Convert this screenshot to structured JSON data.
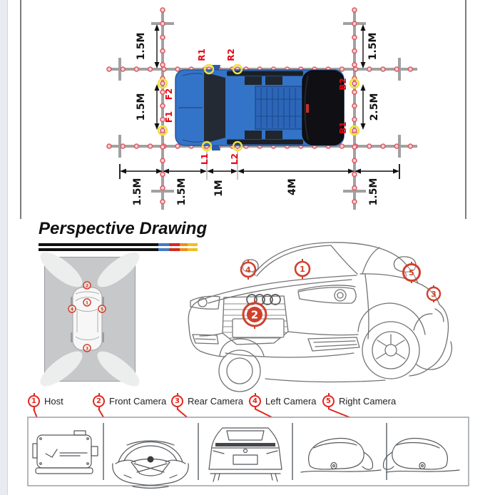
{
  "calibration": {
    "points": {
      "r1": "R1",
      "r2": "R2",
      "f1": "F1",
      "f2": "F2",
      "l1": "L1",
      "l2": "L2",
      "b1": "B1",
      "b2": "B2"
    },
    "dims": {
      "top_left": "1.5M",
      "front_gap": "1.5M",
      "top_right": "1.5M",
      "rear_gap": "2.5M",
      "bottom": [
        "1.5M",
        "1.5M",
        "1M",
        "4M",
        "1.5M"
      ]
    }
  },
  "perspective": {
    "title": "Perspective Drawing"
  },
  "markers": {
    "host": "1",
    "front": "2",
    "rear": "3",
    "left": "4",
    "right": "5"
  },
  "legend": {
    "items": [
      {
        "num": "1",
        "label": "Host"
      },
      {
        "num": "2",
        "label": "Front Camera"
      },
      {
        "num": "3",
        "label": "Rear Camera"
      },
      {
        "num": "4",
        "label": "Left Camera"
      },
      {
        "num": "5",
        "label": "Right Camera"
      }
    ]
  },
  "colors": {
    "grid": "#a1a1a1",
    "dot_fill": "#f8d0d4",
    "dot_stroke": "#d95f69",
    "point_ring_yellow": "#ede23b",
    "point_label_red": "#e30613",
    "dimension_black": "#111111",
    "truck_body_blue": "#3474c8",
    "truck_canopy_black": "#101014",
    "marker_red": "#d0402c",
    "legend_red": "#e3261d",
    "accent_bar_segments": [
      "#111111",
      "#4579c6",
      "#d6281e",
      "#ef8c1d",
      "#f1bd23"
    ]
  }
}
